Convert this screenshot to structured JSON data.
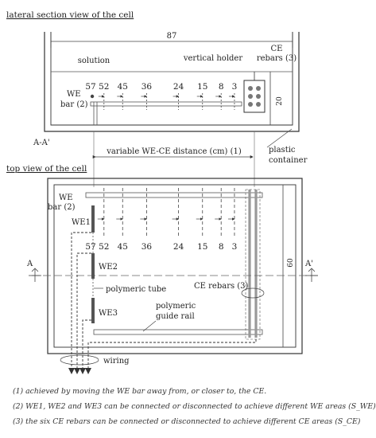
{
  "titles": {
    "lateral": "lateral section view of the cell",
    "top": "top view of the cell"
  },
  "lateral": {
    "width_dim": "87",
    "height_dim": "20",
    "solution": "solution",
    "vertical_holder": "vertical holder",
    "ce_rebars_line1": "CE",
    "ce_rebars_line2": "rebars (3)",
    "we_bar_line1": "WE",
    "we_bar_line2": "bar (2)",
    "section_label": "A-A'"
  },
  "distances": [
    "57",
    "52",
    "45",
    "36",
    "24",
    "15",
    "8",
    "3"
  ],
  "middle": {
    "variable_distance": "variable WE-CE distance (cm) (1)",
    "plastic_line1": "plastic",
    "plastic_line2": "container"
  },
  "top": {
    "we_bar_line1": "WE",
    "we_bar_line2": "bar (2)",
    "we1": "WE1",
    "we2": "WE2",
    "we3": "WE3",
    "height_dim": "60",
    "a_left": "A",
    "a_right": "A'",
    "polymeric_tube": "polymeric tube",
    "ce_rebars": "CE rebars (3)",
    "guide_line1": "polymeric",
    "guide_line2": "guide rail",
    "wiring": "wiring"
  },
  "notes": [
    "(1) achieved by moving the WE bar away from, or closer to, the CE.",
    "(2) WE1, WE2 and WE3 can be connected or disconnected to achieve different WE areas (S_WE)",
    "(3) the six CE rebars can be connected or disconnected to achieve different CE areas (S_CE)"
  ]
}
